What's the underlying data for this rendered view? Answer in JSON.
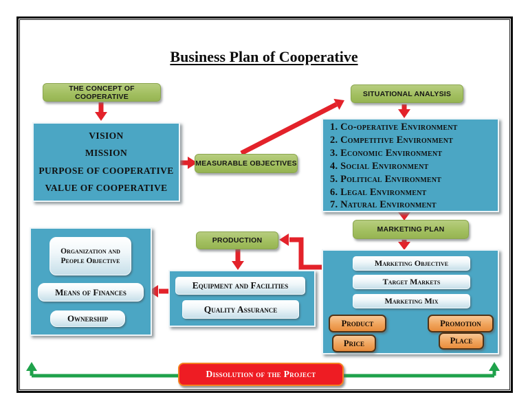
{
  "title": "Business Plan of Cooperative",
  "concept": {
    "label": "THE CONCEPT OF COOPERATIVE"
  },
  "foundation": {
    "items": [
      "VISION",
      "MISSION",
      "PURPOSE OF COOPERATIVE",
      "VALUE OF COOPERATIVE"
    ]
  },
  "measurable_objectives": {
    "label": "MEASURABLE OBJECTIVES"
  },
  "situational_analysis": {
    "label": "SITUATIONAL ANALYSIS",
    "environments": [
      "1. Co-operative Environment",
      "2. Competitive Environment",
      "3. Economic Environment",
      "4. Social Environment",
      "5. Political Environment",
      "6. Legal Environment",
      "7. Natural Environment"
    ]
  },
  "marketing_plan": {
    "label": "MARKETING PLAN",
    "items": [
      "Marketing Objective",
      "Target Markets",
      "Marketing Mix"
    ],
    "mix": [
      "Product",
      "Promotion",
      "Price",
      "Place"
    ]
  },
  "production": {
    "label": "PRODUCTION",
    "items": [
      "Equipment and Facilities",
      "Quality Assurance"
    ]
  },
  "organization": {
    "items": [
      "Organization and People Objective",
      "Means of Finances",
      "Ownership"
    ]
  },
  "dissolution": {
    "label": "Dissolution of the Project"
  },
  "colors": {
    "teal_panel": "#4ba6c4",
    "green_node": "#a3c061",
    "red_arrow": "#e3222a",
    "orange_node": "#f0a45c",
    "green_loop_arrow": "#1fa24b",
    "dissolution_red": "#ee1c23",
    "connector_black": "#0d0d0d"
  }
}
